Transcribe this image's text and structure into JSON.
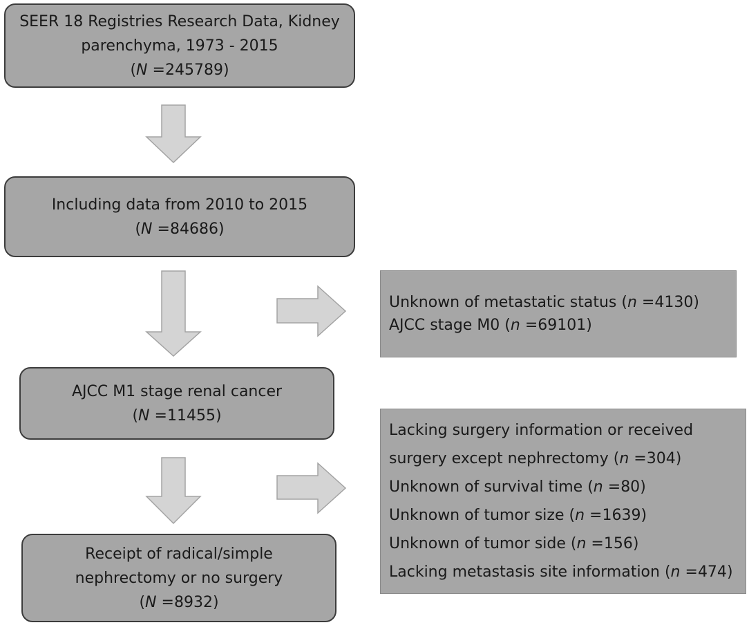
{
  "boxes": {
    "seer": {
      "line1": "SEER 18 Registries Research Data, Kidney",
      "line2": "parenchyma, 1973 - 2015",
      "count_var": "N",
      "count_val": "245789"
    },
    "years": {
      "line1": "Including data from 2010 to 2015",
      "count_var": "N",
      "count_val": "84686"
    },
    "m1": {
      "line1": "AJCC M1 stage renal cancer",
      "count_var": "N",
      "count_val": "11455"
    },
    "final": {
      "line1": "Receipt of radical/simple",
      "line2": "nephrectomy or no surgery",
      "count_var": "N",
      "count_val": "8932"
    }
  },
  "exclusions": {
    "first": [
      {
        "text": "Unknown of metastatic status",
        "var": "n",
        "val": "4130"
      },
      {
        "text": "AJCC stage M0",
        "var": "n",
        "val": "69101"
      }
    ],
    "second": {
      "lead": "Lacking surgery information or received",
      "items": [
        {
          "text": "surgery except nephrectomy",
          "var": "n",
          "val": "304"
        },
        {
          "text": "Unknown of survival time",
          "var": "n",
          "val": "80"
        },
        {
          "text": "Unknown of tumor size",
          "var": "n",
          "val": "1639"
        },
        {
          "text": "Unknown of tumor side",
          "var": "n",
          "val": "156"
        },
        {
          "text": "Lacking metastasis site information",
          "var": "n",
          "val": "474"
        }
      ]
    }
  },
  "colors": {
    "box_fill": "#a6a6a6",
    "box_border": "#3c3c3c",
    "arrow_fill": "#d4d4d4",
    "arrow_stroke": "#a3a3a3"
  }
}
